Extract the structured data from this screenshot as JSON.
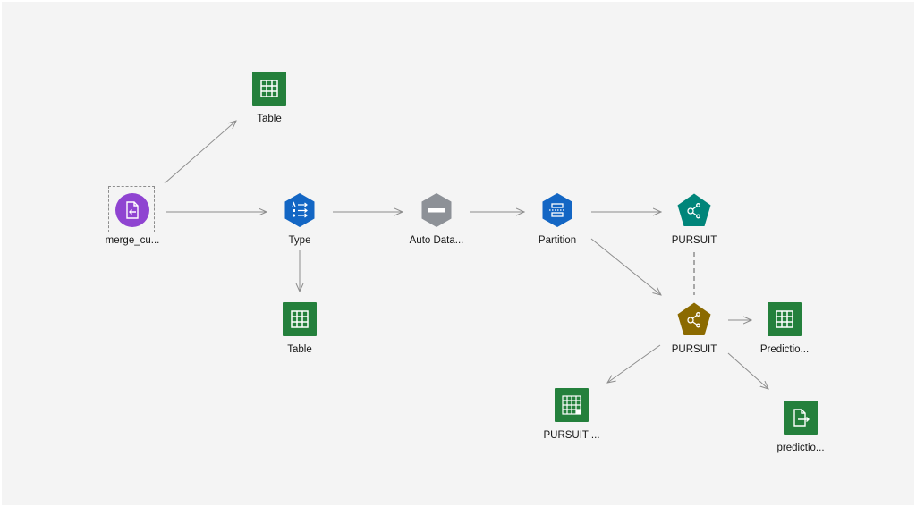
{
  "canvas": {
    "background": "#f4f4f4"
  },
  "colors": {
    "table": "#24803c",
    "source": "#8f44d1",
    "field_ops": "#1366c4",
    "record_ops_disabled": "#8d9197",
    "model_nugget": "#00857a",
    "model_applied": "#8b6a00",
    "edge": "#8d8d8d"
  },
  "nodes": [
    {
      "id": "table_top",
      "label": "Table",
      "icon": "table-icon"
    },
    {
      "id": "source",
      "label": "merge_cu...",
      "icon": "data-asset-import-icon"
    },
    {
      "id": "type",
      "label": "Type",
      "icon": "type-icon"
    },
    {
      "id": "table_mid",
      "label": "Table",
      "icon": "table-icon"
    },
    {
      "id": "auto_data",
      "label": "Auto Data...",
      "icon": "minus-icon"
    },
    {
      "id": "partition",
      "label": "Partition",
      "icon": "partition-icon"
    },
    {
      "id": "pursuit_nugget",
      "label": "PURSUIT",
      "icon": "model-nugget-icon"
    },
    {
      "id": "pursuit_applied",
      "label": "PURSUIT",
      "icon": "model-nugget-icon"
    },
    {
      "id": "predictions_table",
      "label": "Predictio...",
      "icon": "table-icon"
    },
    {
      "id": "pursuit_analysis",
      "label": "PURSUIT ...",
      "icon": "analysis-table-icon"
    },
    {
      "id": "predictions_export",
      "label": "predictio...",
      "icon": "data-export-icon"
    }
  ]
}
